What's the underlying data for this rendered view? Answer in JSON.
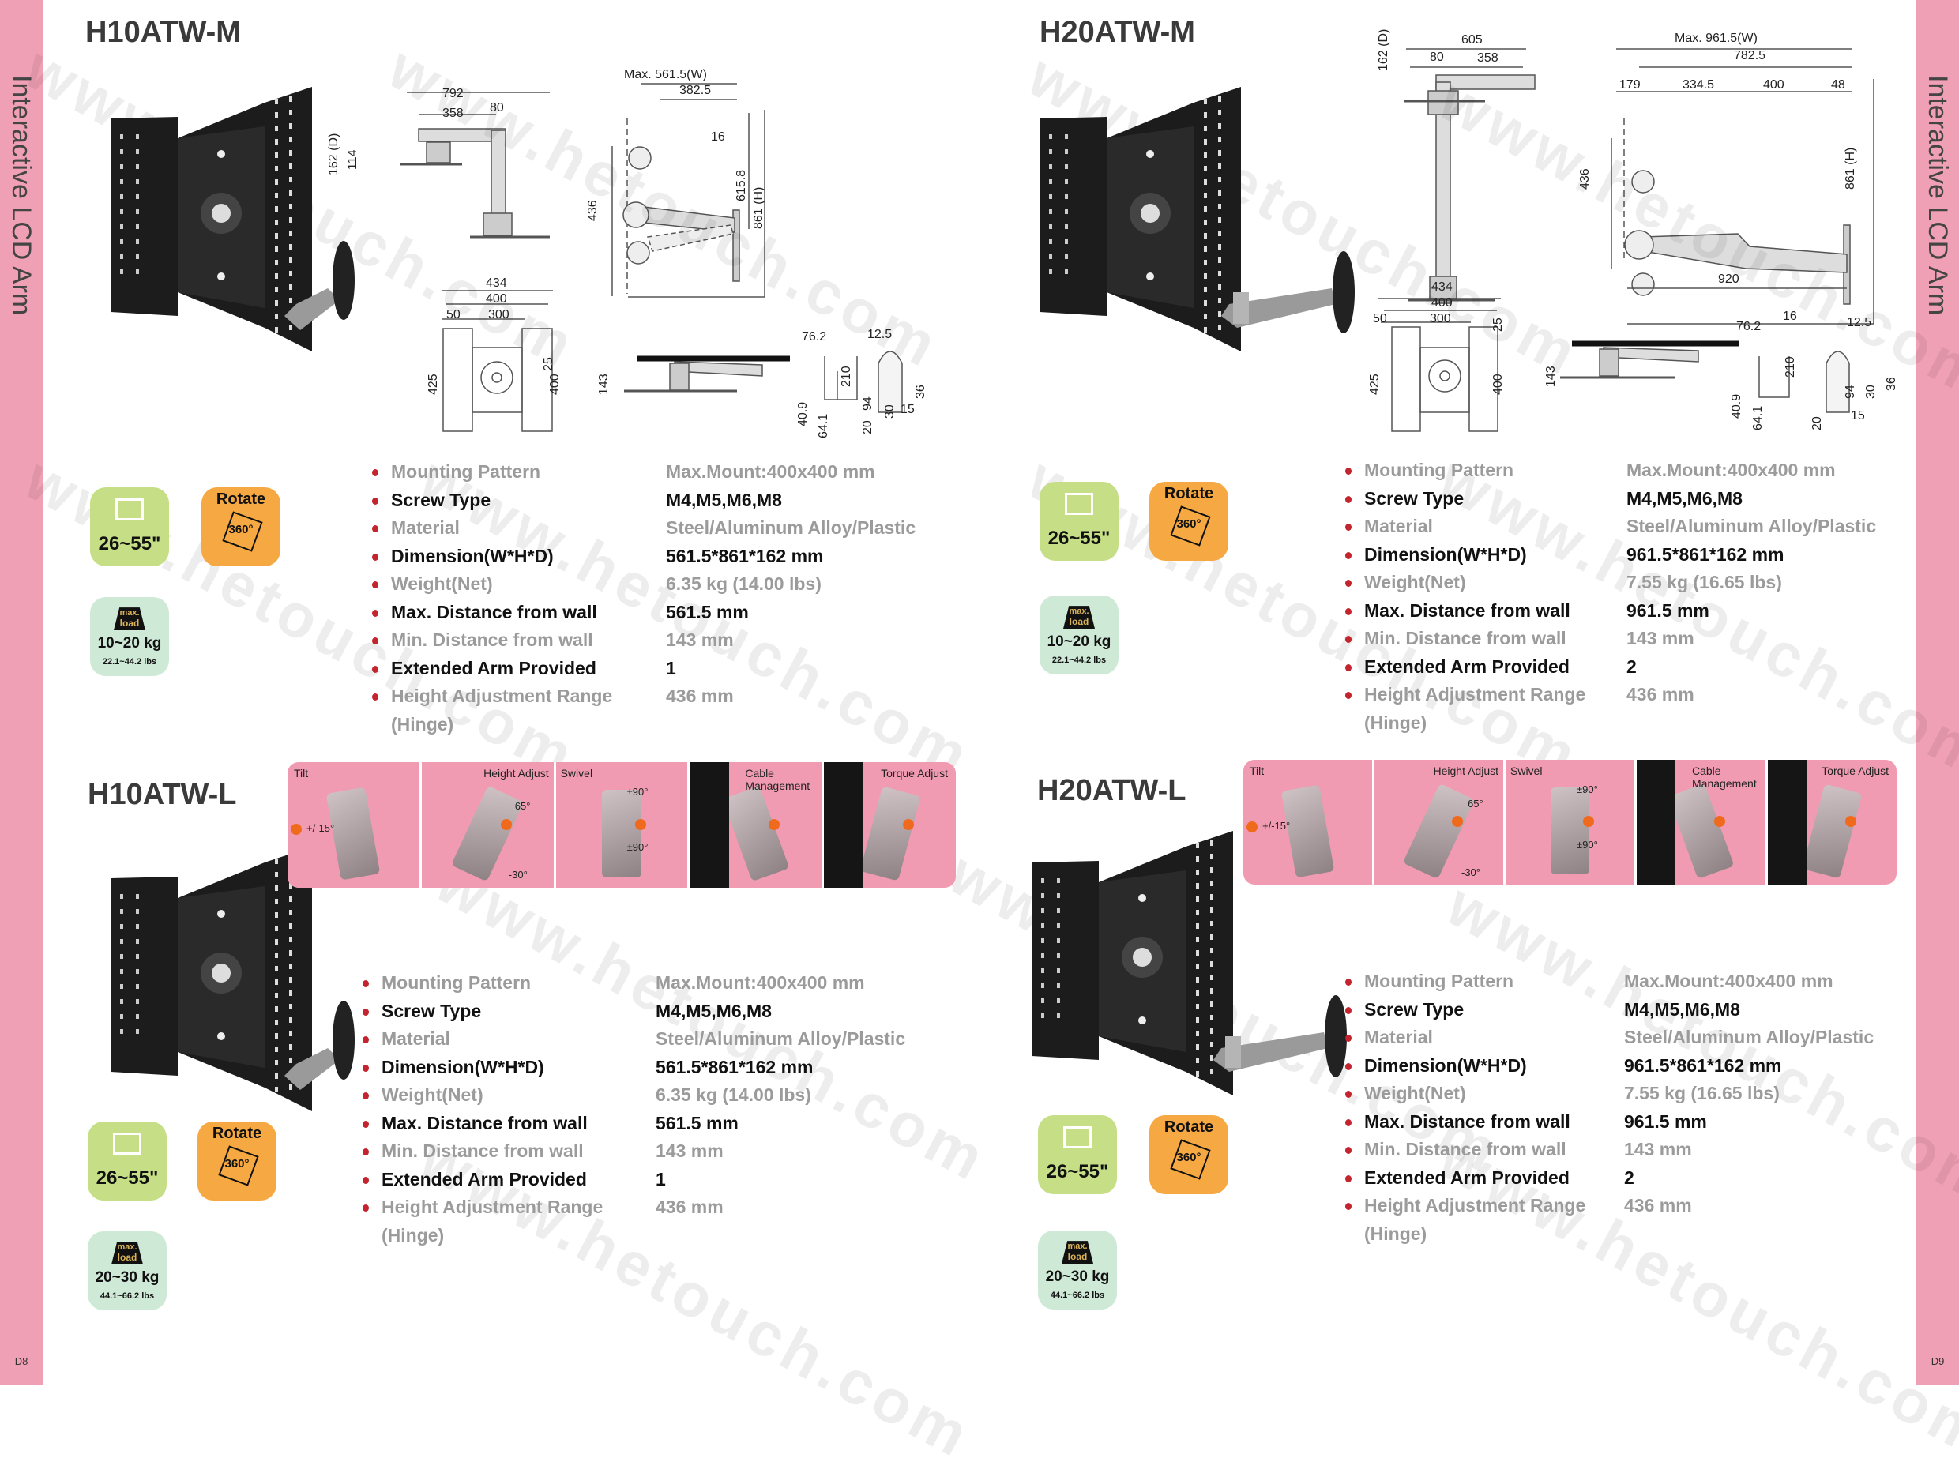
{
  "side_label": "Interactive LCD Arm",
  "page_numbers": {
    "left": "D8",
    "right": "D9"
  },
  "watermark": "www.hetouch.com",
  "colors": {
    "strip": "#f0a0b4",
    "size_badge": "#c6df87",
    "rotate_badge": "#f6a942",
    "load_badge": "#cfe9d7",
    "bullet": "#c3242d",
    "feature_bg": "#f09bb1",
    "arrow": "#f06a1e"
  },
  "products": [
    {
      "title": "H10ATW-M",
      "badges": {
        "size": "26~55\"",
        "rotate_label": "Rotate",
        "rotate_deg": "360°",
        "load_top": "max.",
        "load_bottom": "load",
        "load_kg": "10~20 kg",
        "load_lbs": "22.1~44.2 lbs"
      },
      "specs": [
        {
          "label": "Mounting Pattern",
          "value": "Max.Mount:400x400 mm",
          "emphasis": false
        },
        {
          "label": "Screw Type",
          "value": "M4,M5,M6,M8",
          "emphasis": true
        },
        {
          "label": "Material",
          "value": "Steel/Aluminum Alloy/Plastic",
          "emphasis": false
        },
        {
          "label": "Dimension(W*H*D)",
          "value": "561.5*861*162 mm",
          "emphasis": true
        },
        {
          "label": "Weight(Net)",
          "value": "6.35 kg (14.00 lbs)",
          "emphasis": false
        },
        {
          "label": "Max. Distance from wall",
          "value": "561.5 mm",
          "emphasis": true
        },
        {
          "label": "Min. Distance from wall",
          "value": "143 mm",
          "emphasis": false
        },
        {
          "label": "Extended Arm Provided",
          "value": "1",
          "emphasis": true
        },
        {
          "label": "Height Adjustment Range (Hinge)",
          "value": "436 mm",
          "emphasis": false
        }
      ],
      "drawing_labels": [
        "792",
        "358",
        "80",
        "162 (D)",
        "114",
        "Max. 561.5(W)",
        "382.5",
        "16",
        "615.8",
        "861 (H)",
        "436",
        "434",
        "400",
        "50",
        "300",
        "25",
        "425",
        "400",
        "143",
        "76.2",
        "210",
        "40.9",
        "64.1",
        "12.5",
        "94",
        "30",
        "36",
        "20",
        "15"
      ]
    },
    {
      "title": "H20ATW-M",
      "badges": {
        "size": "26~55\"",
        "rotate_label": "Rotate",
        "rotate_deg": "360°",
        "load_top": "max.",
        "load_bottom": "load",
        "load_kg": "10~20 kg",
        "load_lbs": "22.1~44.2 lbs"
      },
      "specs": [
        {
          "label": "Mounting Pattern",
          "value": "Max.Mount:400x400 mm",
          "emphasis": false
        },
        {
          "label": "Screw Type",
          "value": "M4,M5,M6,M8",
          "emphasis": true
        },
        {
          "label": "Material",
          "value": "Steel/Aluminum Alloy/Plastic",
          "emphasis": false
        },
        {
          "label": "Dimension(W*H*D)",
          "value": "961.5*861*162 mm",
          "emphasis": true
        },
        {
          "label": "Weight(Net)",
          "value": "7.55 kg (16.65 lbs)",
          "emphasis": false
        },
        {
          "label": "Max. Distance from wall",
          "value": "961.5 mm",
          "emphasis": true
        },
        {
          "label": "Min. Distance from wall",
          "value": "143 mm",
          "emphasis": false
        },
        {
          "label": "Extended Arm Provided",
          "value": "2",
          "emphasis": true
        },
        {
          "label": "Height Adjustment Range (Hinge)",
          "value": "436 mm",
          "emphasis": false
        }
      ],
      "drawing_labels": [
        "162 (D)",
        "605",
        "80",
        "358",
        "Max. 961.5(W)",
        "782.5",
        "179",
        "334.5",
        "400",
        "48",
        "436",
        "861 (H)",
        "920",
        "434",
        "400",
        "50",
        "300",
        "25",
        "425",
        "400",
        "143",
        "76.2",
        "16",
        "210",
        "40.9",
        "64.1",
        "12.5",
        "94",
        "30",
        "36",
        "20",
        "15"
      ]
    },
    {
      "title": "H10ATW-L",
      "badges": {
        "size": "26~55\"",
        "rotate_label": "Rotate",
        "rotate_deg": "360°",
        "load_top": "max.",
        "load_bottom": "load",
        "load_kg": "20~30 kg",
        "load_lbs": "44.1~66.2 lbs"
      },
      "specs": [
        {
          "label": "Mounting Pattern",
          "value": "Max.Mount:400x400 mm",
          "emphasis": false
        },
        {
          "label": "Screw Type",
          "value": "M4,M5,M6,M8",
          "emphasis": true
        },
        {
          "label": "Material",
          "value": "Steel/Aluminum Alloy/Plastic",
          "emphasis": false
        },
        {
          "label": "Dimension(W*H*D)",
          "value": "561.5*861*162 mm",
          "emphasis": true
        },
        {
          "label": "Weight(Net)",
          "value": "6.35 kg (14.00 lbs)",
          "emphasis": false
        },
        {
          "label": "Max. Distance from wall",
          "value": "561.5 mm",
          "emphasis": true
        },
        {
          "label": "Min. Distance from wall",
          "value": "143 mm",
          "emphasis": false
        },
        {
          "label": "Extended Arm Provided",
          "value": "1",
          "emphasis": true
        },
        {
          "label": "Height Adjustment Range (Hinge)",
          "value": "436 mm",
          "emphasis": false
        }
      ],
      "features": [
        {
          "label": "Tilt",
          "angles": [
            "+/-15°"
          ]
        },
        {
          "label": "Height Adjust",
          "angles": [
            "65°",
            "-30°"
          ]
        },
        {
          "label": "Swivel",
          "angles": [
            "±90°",
            "±90°"
          ]
        },
        {
          "label": "Cable Management",
          "angles": []
        },
        {
          "label": "Torque Adjust",
          "angles": []
        }
      ]
    },
    {
      "title": "H20ATW-L",
      "badges": {
        "size": "26~55\"",
        "rotate_label": "Rotate",
        "rotate_deg": "360°",
        "load_top": "max.",
        "load_bottom": "load",
        "load_kg": "20~30 kg",
        "load_lbs": "44.1~66.2 lbs"
      },
      "specs": [
        {
          "label": "Mounting Pattern",
          "value": "Max.Mount:400x400 mm",
          "emphasis": false
        },
        {
          "label": "Screw Type",
          "value": "M4,M5,M6,M8",
          "emphasis": true
        },
        {
          "label": "Material",
          "value": "Steel/Aluminum Alloy/Plastic",
          "emphasis": false
        },
        {
          "label": "Dimension(W*H*D)",
          "value": "961.5*861*162 mm",
          "emphasis": true
        },
        {
          "label": "Weight(Net)",
          "value": "7.55 kg (16.65 lbs)",
          "emphasis": false
        },
        {
          "label": "Max. Distance from wall",
          "value": "961.5 mm",
          "emphasis": true
        },
        {
          "label": "Min. Distance from wall",
          "value": "143 mm",
          "emphasis": false
        },
        {
          "label": "Extended Arm Provided",
          "value": "2",
          "emphasis": true
        },
        {
          "label": "Height Adjustment Range (Hinge)",
          "value": "436 mm",
          "emphasis": false
        }
      ],
      "features": [
        {
          "label": "Tilt",
          "angles": [
            "+/-15°"
          ]
        },
        {
          "label": "Height Adjust",
          "angles": [
            "65°",
            "-30°"
          ]
        },
        {
          "label": "Swivel",
          "angles": [
            "±90°",
            "±90°"
          ]
        },
        {
          "label": "Cable Management",
          "angles": []
        },
        {
          "label": "Torque Adjust",
          "angles": []
        }
      ]
    }
  ]
}
